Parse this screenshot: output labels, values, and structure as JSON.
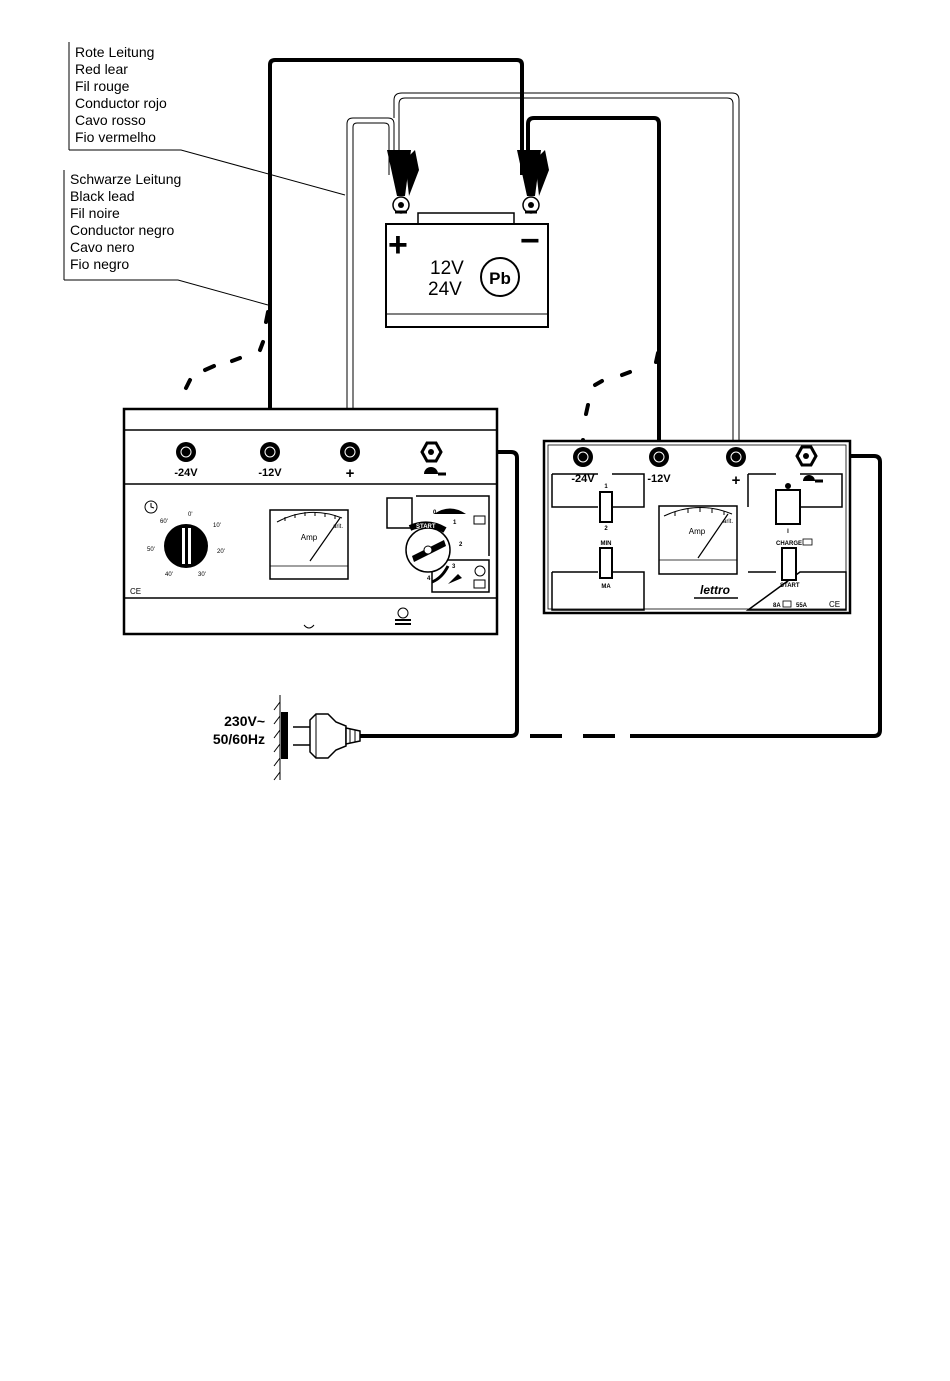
{
  "red_lead_labels": [
    "Rote Leitung",
    "Red lear",
    "Fil rouge",
    "Conductor rojo",
    "Cavo rosso",
    "Fio vermelho"
  ],
  "black_lead_labels": [
    "Schwarze Leitung",
    "Black lead",
    "Fil noire",
    "Conductor negro",
    "Cavo nero",
    "Fio negro"
  ],
  "battery": {
    "plus": "+",
    "minus": "−",
    "voltage_12": "12V",
    "voltage_24": "24V",
    "chemistry": "Pb"
  },
  "charger_left": {
    "terminals": [
      "-24V",
      "-12V",
      "+"
    ],
    "timer_ticks": [
      "0'",
      "10'",
      "20'",
      "30'",
      "40'",
      "50'",
      "60'"
    ],
    "meter_label": "Amp",
    "meter_scale_end": "arit.",
    "selector_start": "START",
    "selector_positions": [
      "0",
      "1",
      "2",
      "3",
      "4"
    ],
    "ce": "CE"
  },
  "charger_right": {
    "terminals": [
      "-24V",
      "-12V",
      "+"
    ],
    "switch_left_top": "1",
    "switch_left_bottom": "2",
    "switch_min": "MIN",
    "switch_max": "MA",
    "switch_power_bottom": "I",
    "charge_label": "CHARGE",
    "start_label": "START",
    "meter_label": "Amp",
    "meter_scale_end": "arit.",
    "brand": "lettro",
    "footer_a": "8A",
    "footer_b": "55A",
    "ce": "CE"
  },
  "mains": {
    "voltage": "230V~",
    "frequency": "50/60Hz"
  },
  "icons": [
    "battery-icon",
    "ground-terminal-icon",
    "timer-icon",
    "power-plug-icon",
    "wall-socket-icon",
    "crocodile-clip-icon",
    "ammeter-icon"
  ]
}
